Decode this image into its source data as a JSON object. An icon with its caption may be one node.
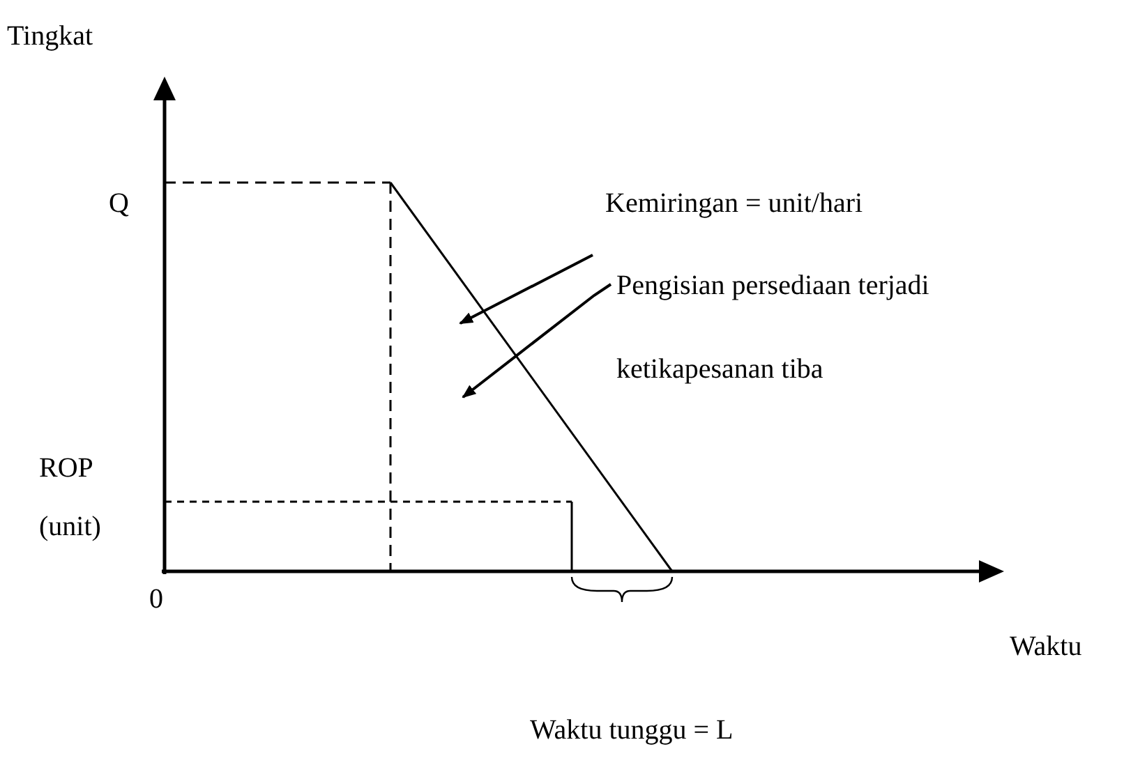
{
  "diagram": {
    "nodes": [
      {
        "text": [
          "Kemiringan = unit/hari"
        ]
      },
      {
        "text": [
          "Pengisian persediaan terjadi ketikapesanan tiba"
        ]
      }
    ],
    "edges": [
      {
        "from": 0,
        "to": null,
        "arrow": "to"
      },
      {
        "from": 1,
        "to": null,
        "arrow": "to"
      }
    ],
    "labels": [
      "Tingkat",
      "Q",
      "ROP",
      "(unit)",
      "0",
      "Waktu",
      "Waktu tunggu = L"
    ]
  }
}
